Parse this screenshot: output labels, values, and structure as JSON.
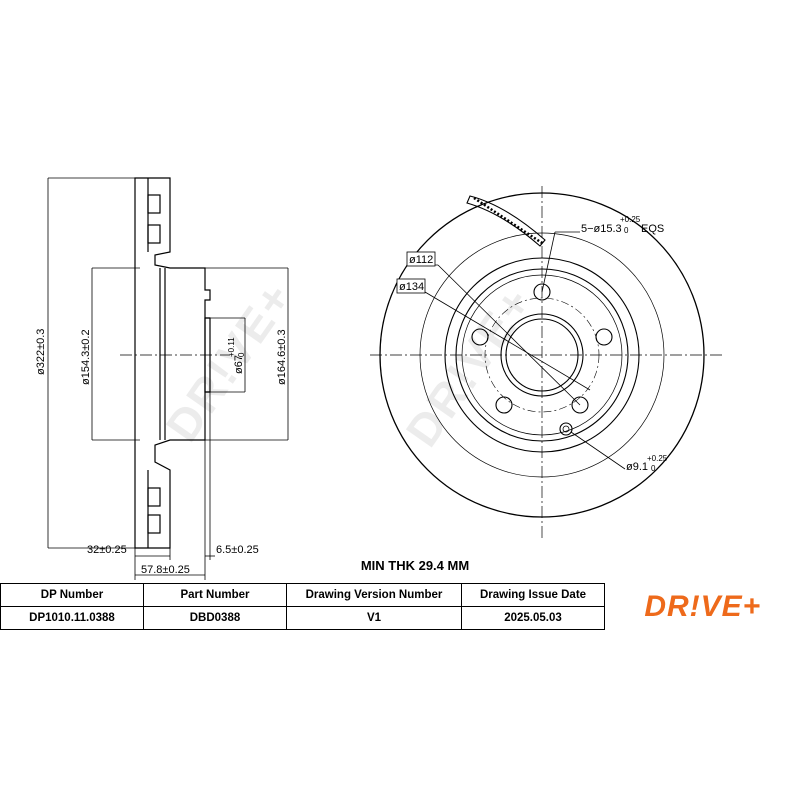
{
  "side_view": {
    "diameter_outer": "ø322±0.3",
    "diameter_inner_ring": "ø154.3±0.2",
    "diameter_hub": "ø164.6±0.3",
    "bore_main": "ø67",
    "bore_tol_upper": "+0.11",
    "bore_tol_lower": "0",
    "thickness": "32±0.25",
    "total_height": "57.8±0.25",
    "hat_thickness": "6.5±0.25"
  },
  "front_view": {
    "bolt_circle_112": "ø112",
    "bolt_circle_134": "ø134",
    "bolt_holes_prefix": "5−ø15.3",
    "bolt_holes_tol_upper": "+0.25",
    "bolt_holes_tol_lower": "0",
    "bolt_holes_suffix": "EQS",
    "small_hole_main": "ø9.1",
    "small_hole_tol_upper": "+0.25",
    "small_hole_tol_lower": "0"
  },
  "min_thickness": "MIN THK 29.4 MM",
  "title_block": {
    "headers": [
      "DP Number",
      "Part Number",
      "Drawing Version Number",
      "Drawing Issue Date"
    ],
    "values": [
      "DP1010.11.0388",
      "DBD0388",
      "V1",
      "2025.05.03"
    ]
  },
  "watermark_text": "DR!VE+",
  "brand_logo_text": "DR!VE+",
  "colors": {
    "brand": "#ee6a1b",
    "line": "#000000",
    "background": "#ffffff"
  }
}
